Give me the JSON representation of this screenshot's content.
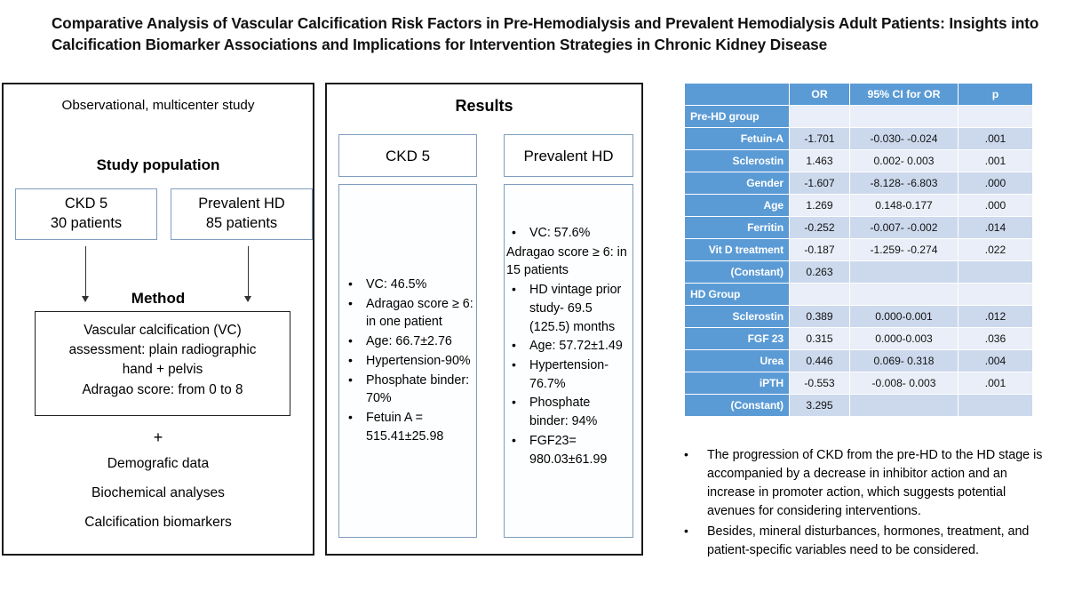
{
  "title": "Comparative Analysis of Vascular Calcification Risk Factors in Pre-Hemodialysis and Prevalent Hemodialysis Adult Patients: Insights into Calcification Biomarker Associations and Implications for Intervention Strategies in Chronic Kidney Disease",
  "left_panel": {
    "study_design": "Observational, multicenter study",
    "study_population_heading": "Study population",
    "population_boxes": [
      {
        "name": "CKD 5",
        "count": "30 patients"
      },
      {
        "name": "Prevalent HD",
        "count": "85 patients"
      }
    ],
    "method_heading": "Method",
    "method_box": "Vascular calcification (VC) assessment: plain radiographic hand + pelvis\nAdragao score:  from 0 to 8",
    "method_box_lines": [
      "Vascular calcification (VC)",
      "assessment: plain radiographic",
      "hand + pelvis",
      "Adragao score:  from 0 to 8"
    ],
    "plus": "+",
    "additional_items": [
      "Demografic data",
      "Biochemical analyses",
      "Calcification biomarkers"
    ]
  },
  "middle_panel": {
    "heading": "Results",
    "columns": [
      {
        "header": "CKD 5",
        "items": [
          {
            "text": "VC: 46.5%",
            "bullet": true
          },
          {
            "text": "Adragao score ≥ 6: in one patient",
            "bullet": true
          },
          {
            "text": "Age: 66.7±2.76",
            "bullet": true
          },
          {
            "text": "Hypertension-90%",
            "bullet": true
          },
          {
            "text": "Phosphate binder: 70%",
            "bullet": true
          },
          {
            "text": "Fetuin A = 515.41±25.98",
            "bullet": true
          }
        ]
      },
      {
        "header": "Prevalent HD",
        "items": [
          {
            "text": "VC: 57.6%",
            "bullet": true
          },
          {
            "text": "Adragao score ≥ 6: in 15 patients",
            "bullet": false
          },
          {
            "text": "HD vintage prior study- 69.5 (125.5) months",
            "bullet": true
          },
          {
            "text": "Age: 57.72±1.49",
            "bullet": true
          },
          {
            "text": "Hypertension-76.7%",
            "bullet": true
          },
          {
            "text": "Phosphate binder: 94%",
            "bullet": true
          },
          {
            "text": "FGF23= 980.03±61.99",
            "bullet": true
          }
        ]
      }
    ]
  },
  "table": {
    "headers": [
      "",
      "OR",
      "95% CI for OR",
      "p"
    ],
    "rows": [
      {
        "label": "Pre-HD group",
        "group": true,
        "shade": "light",
        "or": "",
        "ci": "",
        "p": ""
      },
      {
        "label": "Fetuin-A",
        "group": false,
        "shade": "dark",
        "or": "-1.701",
        "ci": "-0.030- -0.024",
        "p": ".001"
      },
      {
        "label": "Sclerostin",
        "group": false,
        "shade": "light",
        "or": "1.463",
        "ci": "0.002- 0.003",
        "p": ".001"
      },
      {
        "label": "Gender",
        "group": false,
        "shade": "dark",
        "or": "-1.607",
        "ci": "-8.128- -6.803",
        "p": ".000"
      },
      {
        "label": "Age",
        "group": false,
        "shade": "light",
        "or": "1.269",
        "ci": "0.148-0.177",
        "p": ".000"
      },
      {
        "label": "Ferritin",
        "group": false,
        "shade": "dark",
        "or": "-0.252",
        "ci": "-0.007- -0.002",
        "p": ".014"
      },
      {
        "label": "Vit D treatment",
        "group": false,
        "shade": "light",
        "or": "-0.187",
        "ci": "-1.259- -0.274",
        "p": ".022"
      },
      {
        "label": "(Constant)",
        "group": false,
        "shade": "dark",
        "or": "0.263",
        "ci": "",
        "p": ""
      },
      {
        "label": "HD Group",
        "group": true,
        "shade": "light",
        "or": "",
        "ci": "",
        "p": ""
      },
      {
        "label": "Sclerostin",
        "group": false,
        "shade": "dark",
        "or": "0.389",
        "ci": "0.000-0.001",
        "p": ".012"
      },
      {
        "label": "FGF 23",
        "group": false,
        "shade": "light",
        "or": "0.315",
        "ci": "0.000-0.003",
        "p": ".036"
      },
      {
        "label": "Urea",
        "group": false,
        "shade": "dark",
        "or": "0.446",
        "ci": "0.069- 0.318",
        "p": ".004"
      },
      {
        "label": "iPTH",
        "group": false,
        "shade": "light",
        "or": "-0.553",
        "ci": "-0.008- 0.003",
        "p": ".001"
      },
      {
        "label": "(Constant)",
        "group": false,
        "shade": "dark",
        "or": "3.295",
        "ci": "",
        "p": ""
      }
    ]
  },
  "conclusions": [
    "The progression of CKD from the pre-HD to the HD stage is accompanied by a decrease in inhibitor action and an increase in promoter action, which suggests potential avenues for considering interventions.",
    "Besides, mineral disturbances, hormones, treatment, and patient-specific variables need to be considered."
  ],
  "colors": {
    "table_header_blue": "#5b9bd5",
    "row_label_blue": "#5b9bd5",
    "row_shade_light": "#e9eef8",
    "row_shade_dark": "#ccd9ed",
    "box_border_blue": "#7f9dc0",
    "panel_border": "#1a1a1a"
  }
}
